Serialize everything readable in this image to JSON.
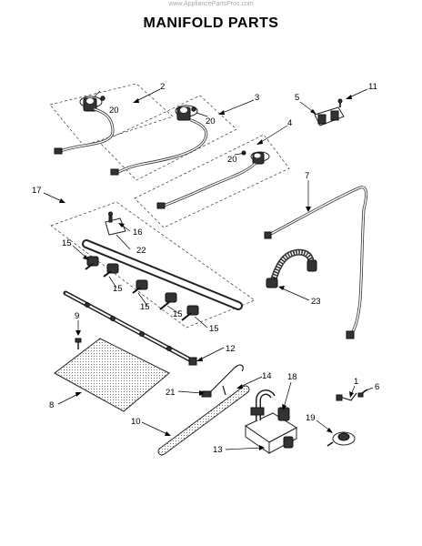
{
  "header": {
    "watermark": "www.AppliancePartsPros.com",
    "title": "MANIFOLD PARTS"
  },
  "callouts": [
    "1",
    "2",
    "3",
    "4",
    "5",
    "6",
    "7",
    "8",
    "9",
    "10",
    "11",
    "12",
    "13",
    "14",
    "15",
    "15",
    "15",
    "15",
    "15",
    "16",
    "17",
    "18",
    "19",
    "20",
    "20",
    "20",
    "21",
    "22",
    "23"
  ]
}
